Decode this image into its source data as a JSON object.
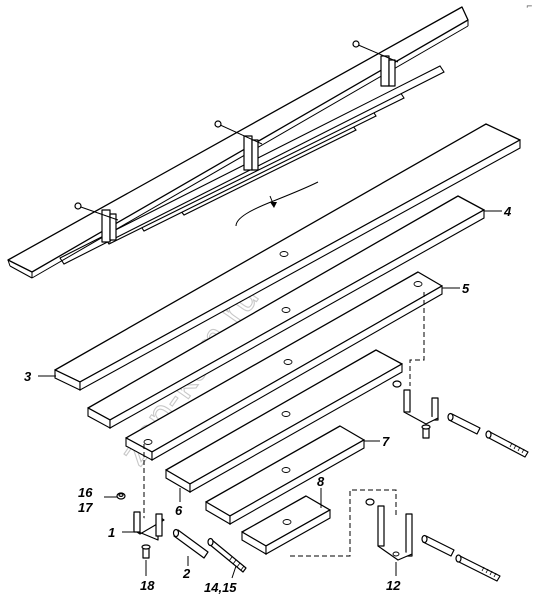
{
  "watermark": "zap-kam.ru",
  "corner_mark": "⌐",
  "callouts": {
    "c1": "1",
    "c2": "2",
    "c3": "3",
    "c4": "4",
    "c5": "5",
    "c6": "6",
    "c7": "7",
    "c8": "8",
    "c12": "12",
    "c1415": "14,15",
    "c16": "16",
    "c17": "17",
    "c18": "18"
  },
  "colors": {
    "line": "#000000",
    "background": "#ffffff",
    "watermark": "#c8c8c8"
  }
}
